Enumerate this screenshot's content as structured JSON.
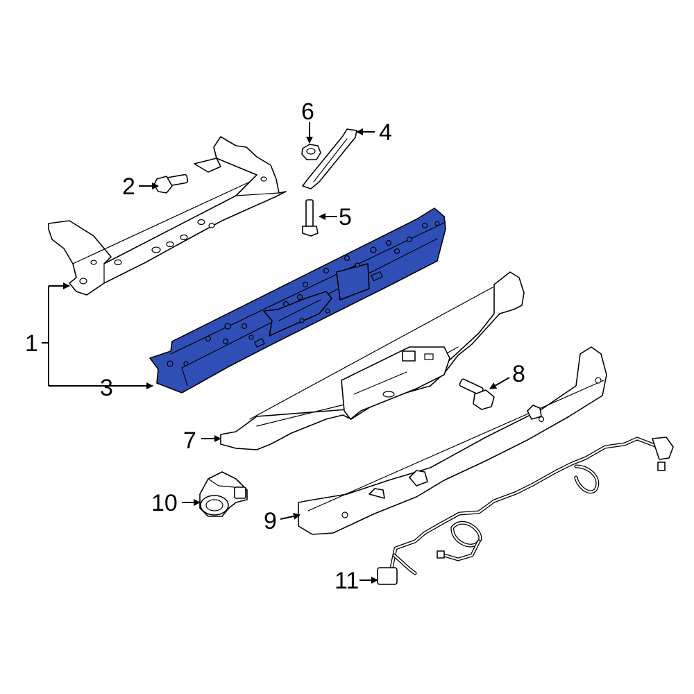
{
  "diagram": {
    "highlight_color": "#2f4fb7",
    "callouts": [
      {
        "id": "1",
        "label": "1"
      },
      {
        "id": "2",
        "label": "2"
      },
      {
        "id": "3",
        "label": "3"
      },
      {
        "id": "4",
        "label": "4"
      },
      {
        "id": "5",
        "label": "5"
      },
      {
        "id": "6",
        "label": "6"
      },
      {
        "id": "7",
        "label": "7"
      },
      {
        "id": "8",
        "label": "8"
      },
      {
        "id": "9",
        "label": "9"
      },
      {
        "id": "10",
        "label": "10"
      },
      {
        "id": "11",
        "label": "11"
      }
    ]
  }
}
